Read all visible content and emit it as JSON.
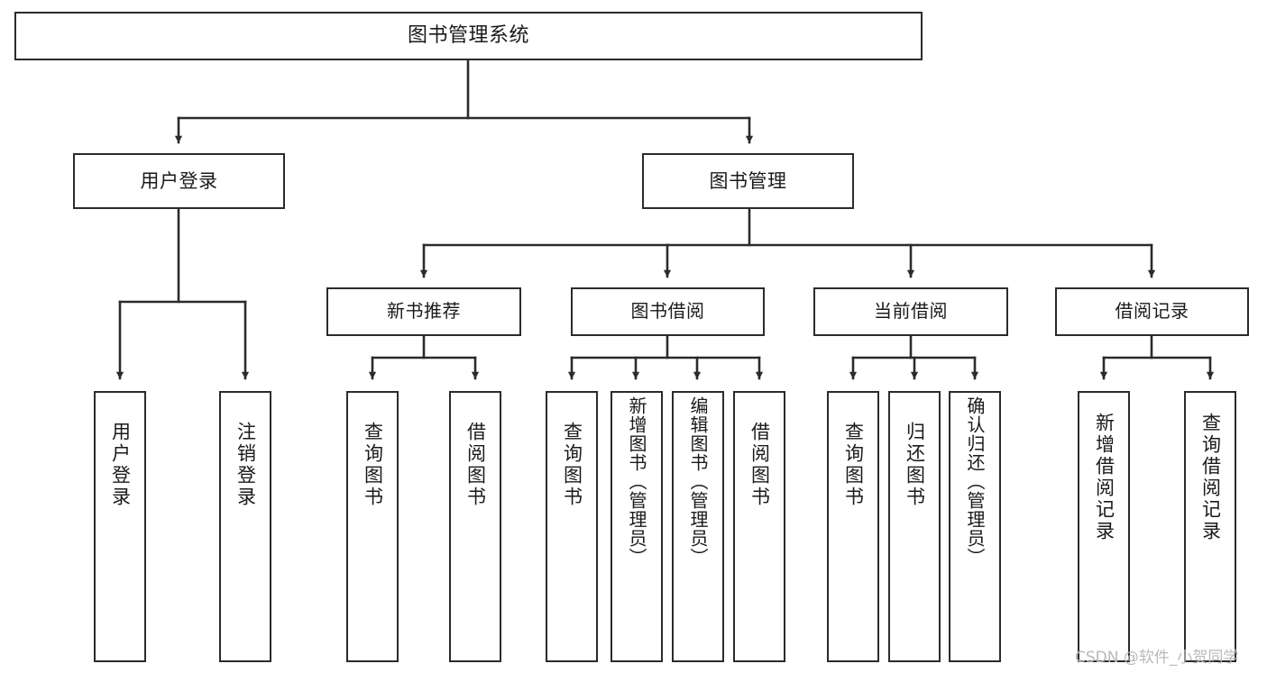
{
  "diagram": {
    "title": "图书管理系统",
    "type": "tree-hierarchy-chart",
    "root": {
      "label": "图书管理系统"
    },
    "level2": [
      {
        "label": "用户登录"
      },
      {
        "label": "图书管理"
      }
    ],
    "level3": [
      {
        "label": "新书推荐"
      },
      {
        "label": "图书借阅"
      },
      {
        "label": "当前借阅"
      },
      {
        "label": "借阅记录"
      }
    ],
    "leaves": {
      "user_login": [
        {
          "label": "用户登录"
        },
        {
          "label": "注销登录"
        }
      ],
      "new_book_recommend": [
        {
          "label": "查询图书"
        },
        {
          "label": "借阅图书"
        }
      ],
      "book_borrow": [
        {
          "label": "查询图书"
        },
        {
          "label": "新增图书（管理员）"
        },
        {
          "label": "编辑图书（管理员）"
        },
        {
          "label": "借阅图书"
        }
      ],
      "current_borrow": [
        {
          "label": "查询图书"
        },
        {
          "label": "归还图书"
        },
        {
          "label": "确认归还（管理员）"
        }
      ],
      "borrow_record": [
        {
          "label": "新增借阅记录"
        },
        {
          "label": "查询借阅记录"
        }
      ]
    }
  },
  "watermark": {
    "text": "CSDN @软件_小贺同学"
  },
  "colors": {
    "box_border": "#2b2b2b",
    "box_fill": "#ffffff",
    "connector": "#2b2b2b",
    "text": "#1a1a1a",
    "watermark": "#b9b9b9",
    "background": "#ffffff"
  }
}
